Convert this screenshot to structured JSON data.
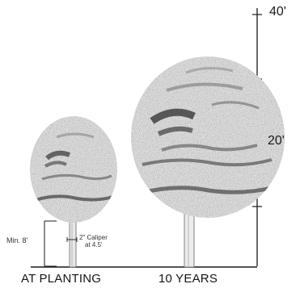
{
  "scale": {
    "labels": [
      "40'",
      "20'"
    ]
  },
  "annotations": {
    "min_clearance": "Min. 8'",
    "caliper_line1": "2\" Caliper",
    "caliper_line2": "at 4.5'"
  },
  "captions": {
    "at_planting": "AT PLANTING",
    "ten_years": "10 YEARS"
  },
  "colors": {
    "ink": "#1a1a1a",
    "foliage_light": "#d9d9d9",
    "foliage_mid": "#a9a9a9",
    "foliage_dark": "#555555"
  }
}
